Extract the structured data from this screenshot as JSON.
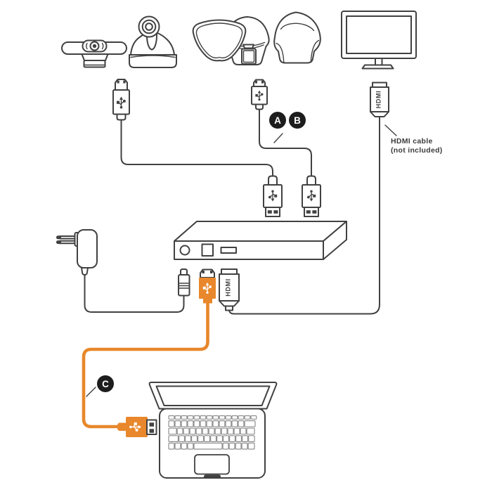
{
  "diagram": {
    "badges": {
      "a": "A",
      "b": "B",
      "c": "C"
    },
    "connector_labels": {
      "tv_hdmi": "HDMI",
      "hub_hdmi": "HDMI"
    },
    "note": {
      "line1": "HDMI cable",
      "line2": "(not included)"
    },
    "colors": {
      "line": "#414141",
      "accent_orange": "#E8872B",
      "badge_black": "#1D1D1D"
    },
    "icons": [
      "conference-bar-camera-icon",
      "ptz-camera-icon",
      "speakerphone-group-icon",
      "tv-display-icon",
      "mini-usb-connector-icon",
      "usb-a-connector-icon",
      "hdmi-connector-icon",
      "power-adapter-icon",
      "barrel-power-connector-icon",
      "hub-device-icon",
      "laptop-icon"
    ]
  }
}
